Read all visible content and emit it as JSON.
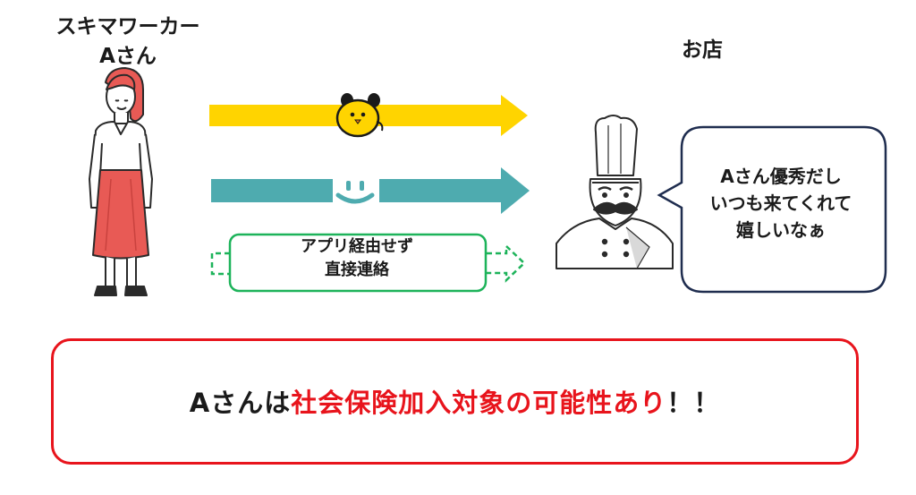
{
  "worker": {
    "title_line1": "スキマワーカー",
    "title_line2": "Aさん"
  },
  "shop": {
    "title": "お店"
  },
  "bubble": {
    "line1": "Aさん優秀だし",
    "line2": "いつも来てくれて",
    "line3": "嬉しいなぁ"
  },
  "direct_contact": {
    "line1": "アプリ経由せず",
    "line2": "直接連絡"
  },
  "conclusion": {
    "prefix": "Aさんは",
    "highlight": "社会保険加入対象の可能性あり",
    "suffix": "！！"
  },
  "colors": {
    "app1_arrow": "#ffd400",
    "app2_arrow": "#4eabaf",
    "direct_green": "#1db35a",
    "alert_red": "#e8141c",
    "bubble_border": "#1f2d4f",
    "skirt_red": "#e85a55"
  },
  "icons": {
    "app1": "yellow-mascot-icon",
    "app2": "smile-face-icon"
  }
}
